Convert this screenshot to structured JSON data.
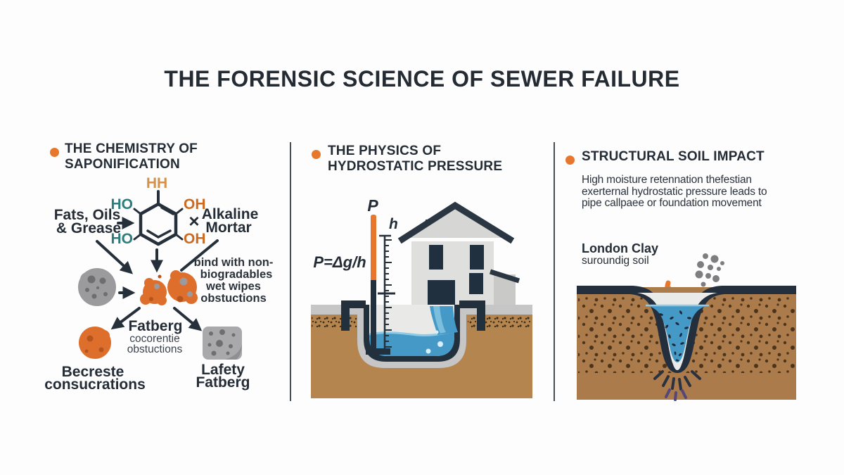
{
  "title": "THE FORENSIC SCIENCE OF SEWER FAILURE",
  "colors": {
    "accent": "#E8772E",
    "navy": "#242C36",
    "teal": "#2E7C7B",
    "hydroxyl_orange": "#CE6A20",
    "water_blue": "#4599C7",
    "soil_brown": "#B5854F",
    "clay_brown": "#AC7B4B",
    "fatberg_orange": "#DE6E2B",
    "debris_gray": "#9B9B9D"
  },
  "panels": {
    "chemistry": {
      "heading": [
        "THE CHEMISTRY OF",
        "SAPONIFICATION"
      ],
      "molecule": {
        "top": "HH",
        "ho_top": "HO",
        "oh_top": "OH",
        "ho_bottom": "HO",
        "oh_bottom": "OH"
      },
      "reactant": [
        "Fats, Oils",
        "& Grease"
      ],
      "times_symbol": "×",
      "mortar": [
        "Alkaline",
        "Mortar"
      ],
      "bind_note": [
        "bind with non-",
        "biogradables",
        "wet wipes",
        "obstuctions"
      ],
      "fatberg": {
        "label": "Fatberg",
        "sub": [
          "cocorentie",
          "obstuctions"
        ]
      },
      "left_result": [
        "Becreste",
        "consucrations"
      ],
      "right_result": [
        "Lafety",
        "Fatberg"
      ]
    },
    "physics": {
      "heading": [
        "THE PHYSICS OF",
        "HYDROSTATIC PRESSURE"
      ],
      "pressure_label": "P",
      "height_label": "h",
      "formula": "P=Δg/h"
    },
    "structural": {
      "heading": "STRUCTURAL SOIL IMPACT",
      "body": [
        "High moisture retennation thefestian",
        "exerternal hydrostatic pressure leads to",
        "pipe callpaee or foundation movement"
      ],
      "clay_label": "London Clay",
      "clay_sub": "suroundig soil"
    }
  }
}
